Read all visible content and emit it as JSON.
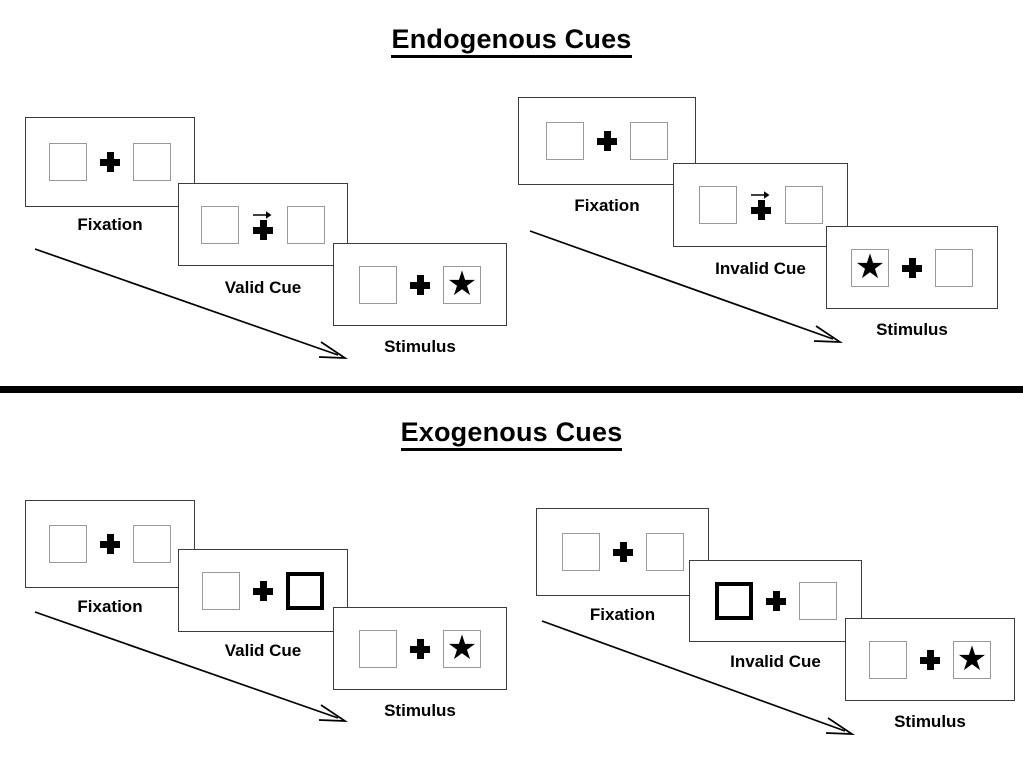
{
  "sections": [
    {
      "title": "Endogenous Cues",
      "cue_type": "arrow",
      "groups": [
        {
          "name": "endogenous-valid",
          "frames": [
            {
              "label": "Fixation",
              "cue": "none",
              "left": "empty",
              "right": "empty"
            },
            {
              "label": "Valid Cue",
              "cue": "arrow-right",
              "left": "empty",
              "right": "empty"
            },
            {
              "label": "Stimulus",
              "cue": "none",
              "left": "empty",
              "right": "star"
            }
          ]
        },
        {
          "name": "endogenous-invalid",
          "frames": [
            {
              "label": "Fixation",
              "cue": "none",
              "left": "empty",
              "right": "empty"
            },
            {
              "label": "Invalid Cue",
              "cue": "arrow-right",
              "left": "empty",
              "right": "empty"
            },
            {
              "label": "Stimulus",
              "cue": "none",
              "left": "star",
              "right": "empty"
            }
          ]
        }
      ]
    },
    {
      "title": "Exogenous Cues",
      "cue_type": "box-flash",
      "groups": [
        {
          "name": "exogenous-valid",
          "frames": [
            {
              "label": "Fixation",
              "cue": "none",
              "left": "empty",
              "right": "empty"
            },
            {
              "label": "Valid Cue",
              "cue": "box-right",
              "left": "empty",
              "right": "cued"
            },
            {
              "label": "Stimulus",
              "cue": "none",
              "left": "empty",
              "right": "star"
            }
          ]
        },
        {
          "name": "exogenous-invalid",
          "frames": [
            {
              "label": "Fixation",
              "cue": "none",
              "left": "empty",
              "right": "empty"
            },
            {
              "label": "Invalid Cue",
              "cue": "box-left",
              "left": "cued",
              "right": "empty"
            },
            {
              "label": "Stimulus",
              "cue": "none",
              "left": "empty",
              "right": "star"
            }
          ]
        }
      ]
    }
  ],
  "glyphs": {
    "star": "★"
  },
  "colors": {
    "frame_border": "#3c3c3c",
    "box_border": "#9a9a9a",
    "cued_box_border": "#000000",
    "ink": "#000000",
    "background": "#ffffff"
  }
}
